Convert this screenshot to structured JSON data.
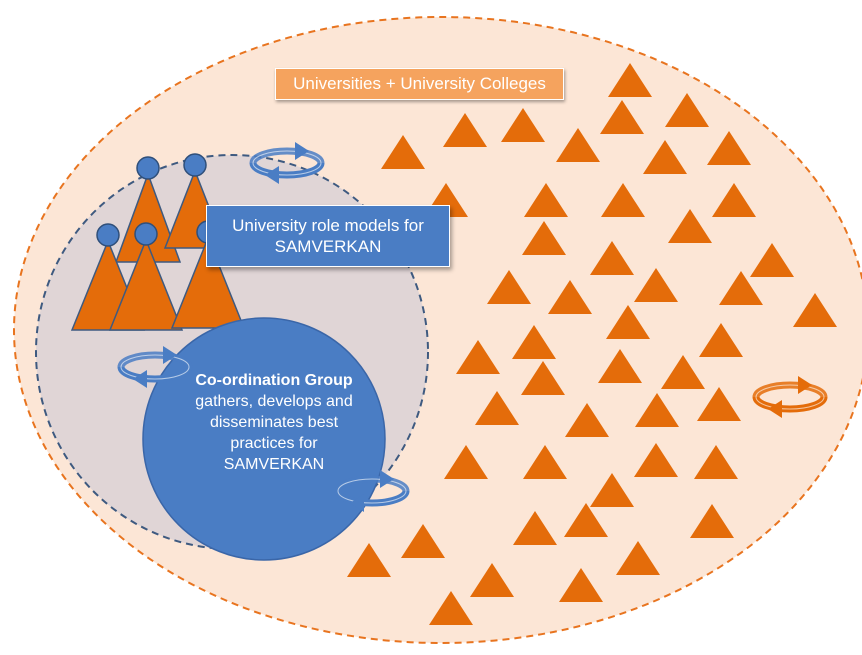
{
  "outer_group": {
    "label": "Universities + University Colleges"
  },
  "role_models": {
    "label": "University role models for SAMVERKAN"
  },
  "coordination_group": {
    "title": "Co-ordination Group",
    "description": "gathers, develops and disseminates best practices for SAMVERKAN"
  },
  "colors": {
    "outer_fill": "#fce6d6",
    "outer_border": "#e8741f",
    "inner_fill": "#e0d5d6",
    "inner_border": "#3e5a80",
    "triangle": "#e46c0a",
    "coordination_fill": "#4a7dc4",
    "role_label_fill": "#4a7dc4",
    "outer_label_fill": "#f5a35e",
    "cycle_blue": "#4a7dc4",
    "cycle_orange": "#e46c0a"
  },
  "icons": {
    "person_figure": "person-cone-icon",
    "cycle": "cycle-arrows-icon",
    "member": "triangle-icon"
  }
}
